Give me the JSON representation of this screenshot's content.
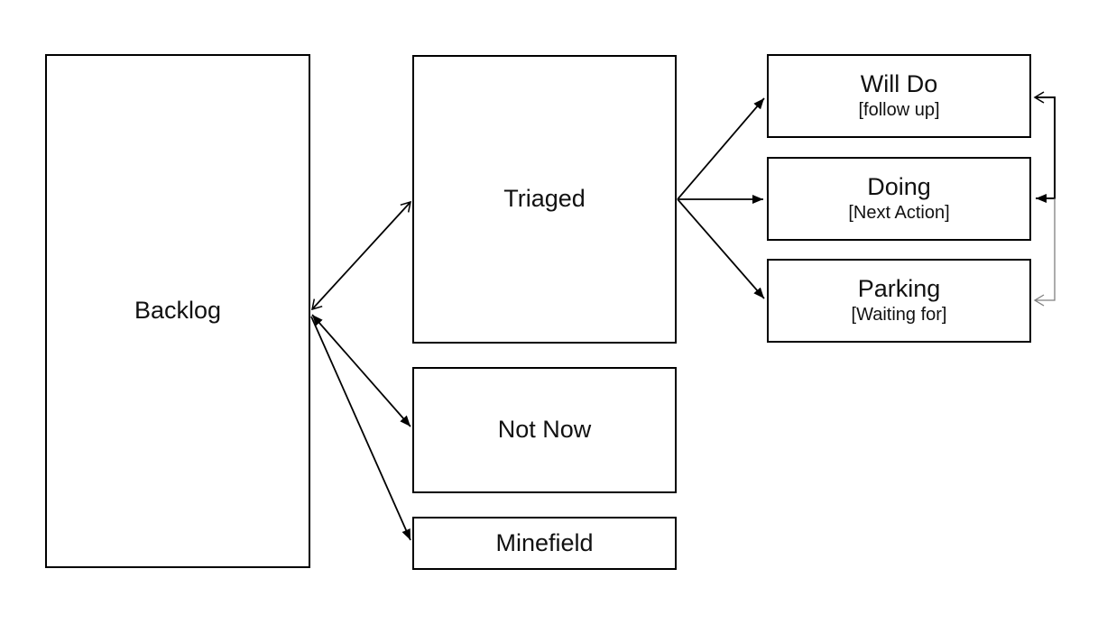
{
  "diagram": {
    "nodes": {
      "backlog": {
        "label": "Backlog"
      },
      "triaged": {
        "label": "Triaged"
      },
      "not_now": {
        "label": "Not Now"
      },
      "minefield": {
        "label": "Minefield"
      },
      "will_do": {
        "label": "Will Do",
        "sublabel": "[follow up]"
      },
      "doing": {
        "label": "Doing",
        "sublabel": "[Next Action]"
      },
      "parking": {
        "label": "Parking",
        "sublabel": "[Waiting for]"
      }
    },
    "edges": [
      {
        "from": "Backlog",
        "to": "Triaged",
        "arrows": "both",
        "head_style": "open chevron"
      },
      {
        "from": "Backlog",
        "to": "Not Now",
        "arrows": "both",
        "head_style": "solid triangle"
      },
      {
        "from": "Backlog",
        "to": "Minefield",
        "arrows": "end",
        "head_style": "solid triangle"
      },
      {
        "from": "Triaged",
        "to": "Will Do",
        "arrows": "end",
        "head_style": "solid triangle"
      },
      {
        "from": "Triaged",
        "to": "Doing",
        "arrows": "end",
        "head_style": "solid triangle"
      },
      {
        "from": "Triaged",
        "to": "Parking",
        "arrows": "end",
        "head_style": "solid triangle"
      },
      {
        "from": "Will Do",
        "to": "Doing",
        "arrows": "both",
        "head_style": "open chevron into Will Do, solid triangle into Doing",
        "route": "elbow on right side"
      },
      {
        "from": "Doing",
        "to": "Parking",
        "arrows": "end",
        "head_style": "open chevron",
        "route": "elbow on right side, gray thin line"
      }
    ],
    "colors": {
      "background": "#ffffff",
      "box_border": "#000000",
      "text": "#111111",
      "connector": "#000000",
      "connector_secondary": "#7f7f7f"
    }
  }
}
